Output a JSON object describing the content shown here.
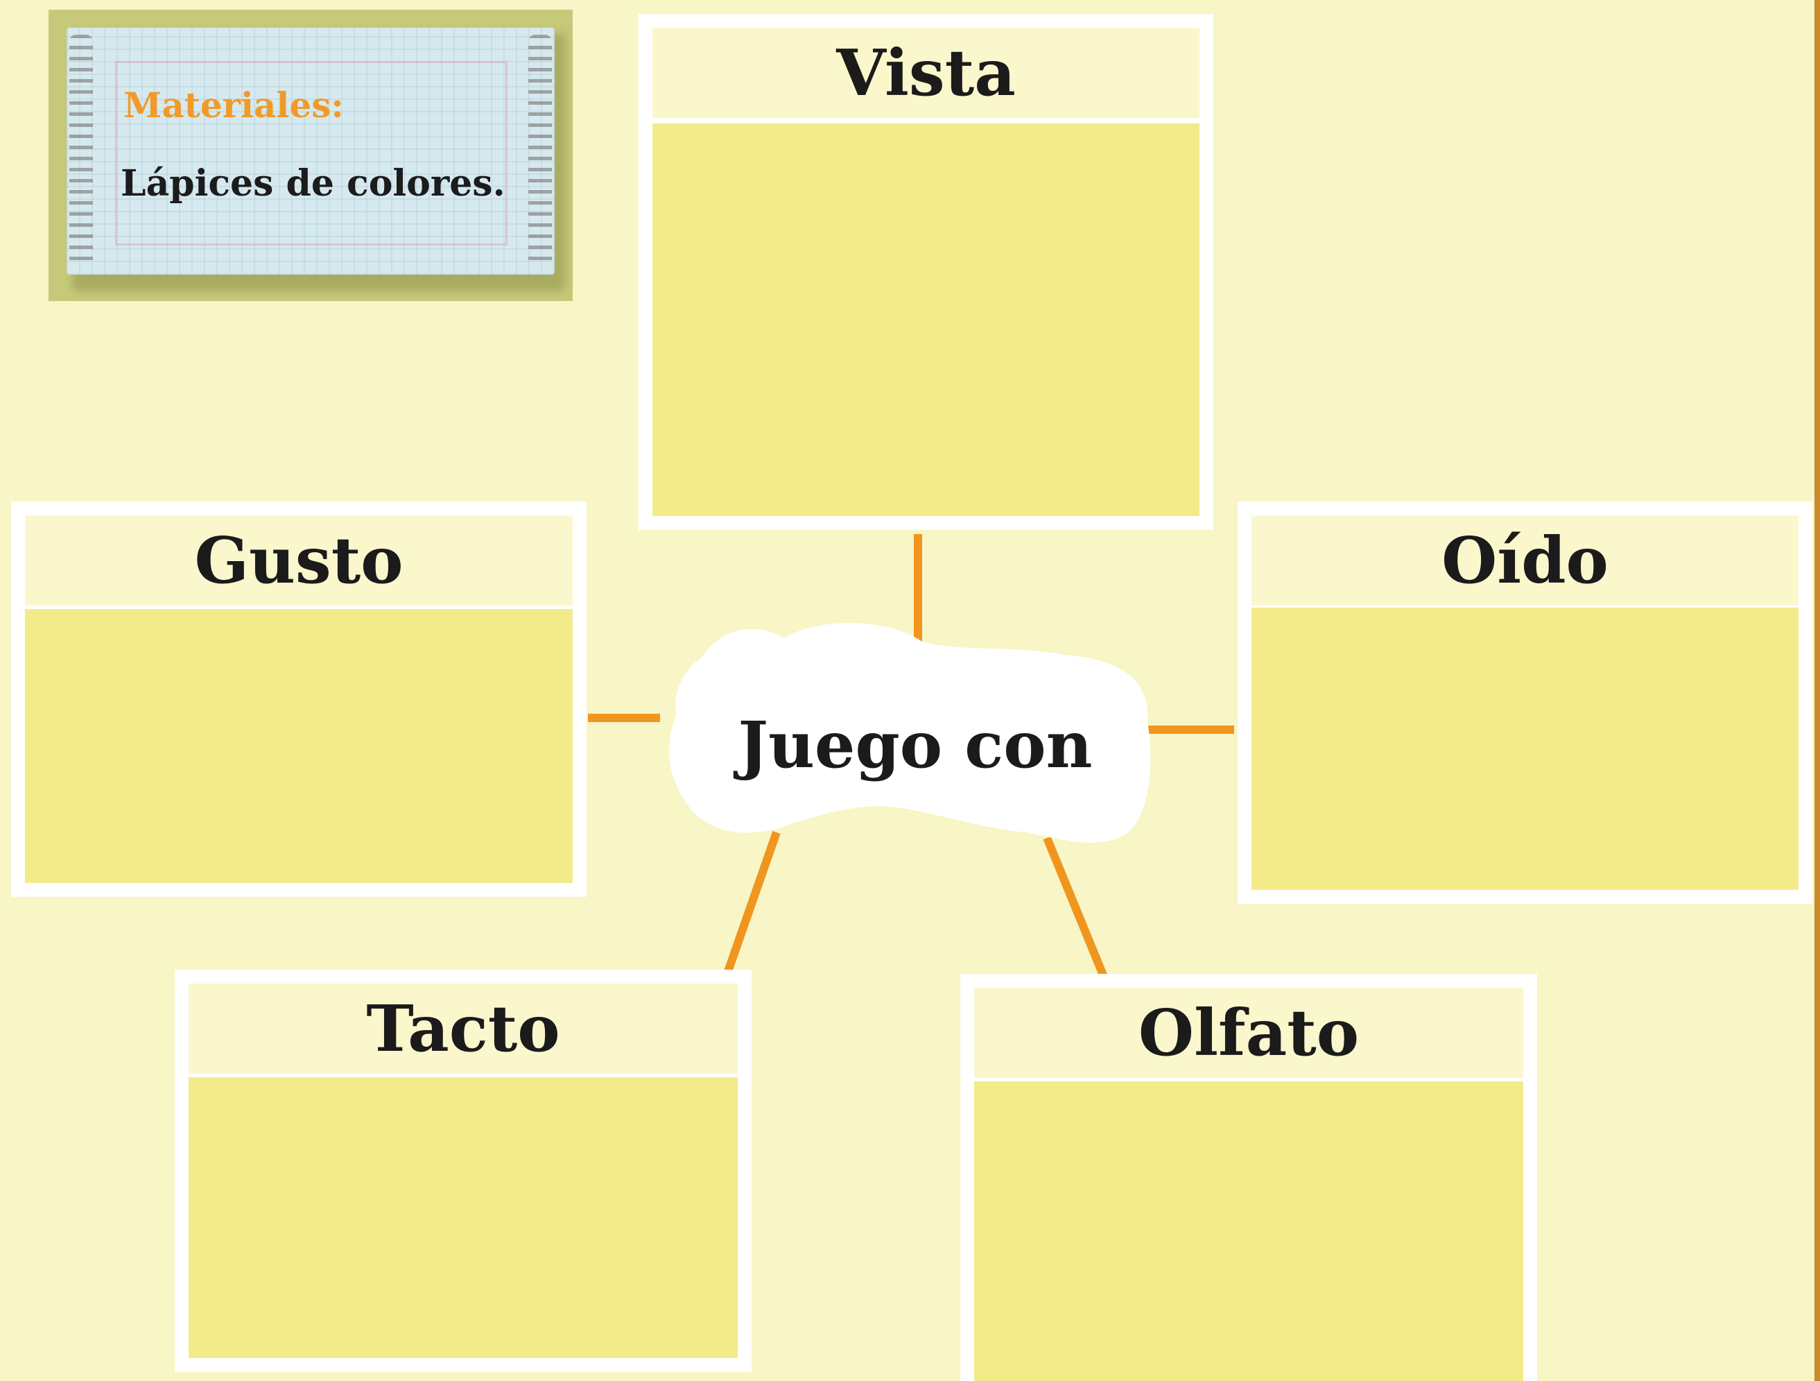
{
  "materials": {
    "title": "Materiales:",
    "item": "Lápices de colores."
  },
  "center": {
    "label": "Juego con"
  },
  "boxes": {
    "vista": "Vista",
    "gusto": "Gusto",
    "oido": "Oído",
    "tacto": "Tacto",
    "olfato": "Olfato"
  },
  "colors": {
    "background": "#f8f5c6",
    "box_fill": "#f3eb8a",
    "box_header": "#fbf7cd",
    "connector": "#f0951e",
    "materials_title": "#f09a2a",
    "edge": "#c98a2c"
  }
}
